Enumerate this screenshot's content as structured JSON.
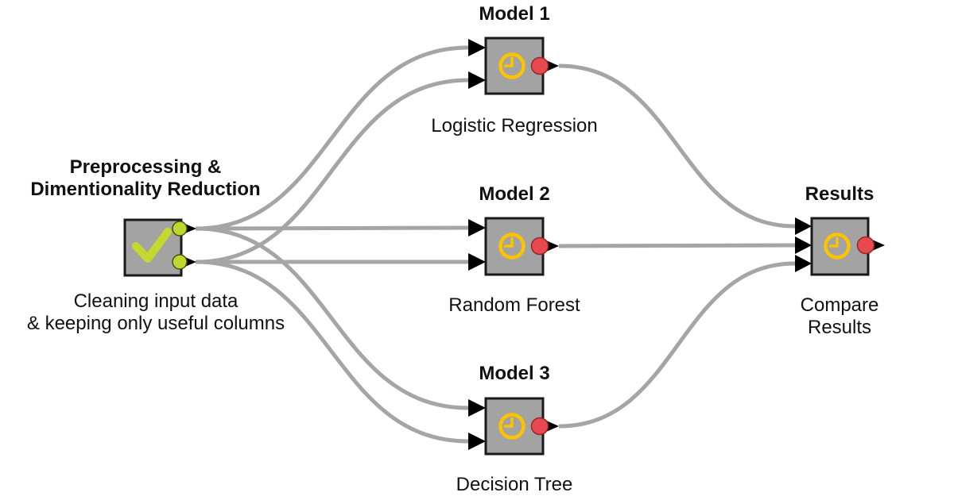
{
  "palette": {
    "bg": "#ffffff",
    "node_fill": "#a3a3a3",
    "node_border": "#1a1a1a",
    "wire": "#a5a5a5",
    "tri": "#000000",
    "green_port": "#bfd730",
    "green_port_border": "#47500b",
    "red_port": "#e8494f",
    "red_port_border": "#97262b",
    "clock": "#fcc400",
    "check": "#c3d92e",
    "text": "#111111"
  },
  "nodes": [
    {
      "id": "preprocessing",
      "title": "Preprocessing &\nDimentionality Reduction",
      "caption": "Cleaning input data\n& keeping only useful columns",
      "icon": "checkmark",
      "output_ports": 2,
      "input_ports": 0
    },
    {
      "id": "model-1",
      "title": "Model 1",
      "caption": "Logistic Regression",
      "icon": "clock",
      "output_ports": 1,
      "input_ports": 2
    },
    {
      "id": "model-2",
      "title": "Model 2",
      "caption": "Random Forest",
      "icon": "clock",
      "output_ports": 1,
      "input_ports": 2
    },
    {
      "id": "model-3",
      "title": "Model 3",
      "caption": "Decision Tree",
      "icon": "clock",
      "output_ports": 1,
      "input_ports": 2
    },
    {
      "id": "results",
      "title": "Results",
      "caption": "Compare Results",
      "icon": "clock",
      "output_ports": 1,
      "input_ports": 3
    }
  ],
  "connections": [
    {
      "from": "preprocessing.out1",
      "to": "model-1.in1"
    },
    {
      "from": "preprocessing.out2",
      "to": "model-1.in2"
    },
    {
      "from": "preprocessing.out1",
      "to": "model-2.in1"
    },
    {
      "from": "preprocessing.out2",
      "to": "model-2.in2"
    },
    {
      "from": "preprocessing.out1",
      "to": "model-3.in1"
    },
    {
      "from": "preprocessing.out2",
      "to": "model-3.in2"
    },
    {
      "from": "model-1.out1",
      "to": "results.in1"
    },
    {
      "from": "model-2.out1",
      "to": "results.in2"
    },
    {
      "from": "model-3.out1",
      "to": "results.in3"
    }
  ]
}
